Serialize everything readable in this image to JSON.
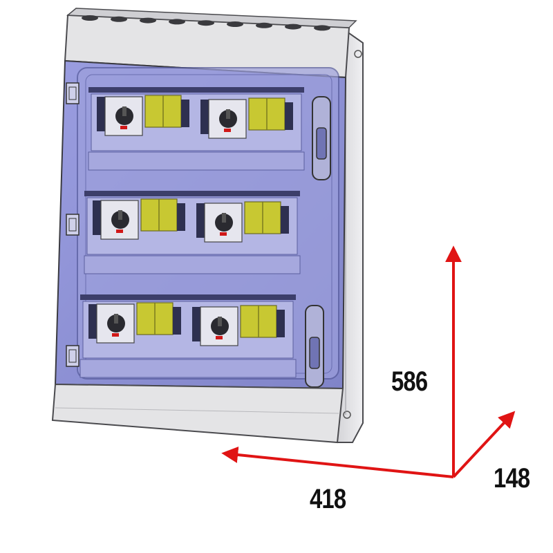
{
  "dimensions": {
    "height": "586",
    "width": "418",
    "depth": "148"
  },
  "colors": {
    "arrow": "#e01414",
    "enclosure_body": "#e6e6e8",
    "enclosure_edge": "#4a4a4e",
    "transparent_door": "#8e92d8",
    "module_yellow": "#c8c832",
    "switch_knob": "#2a2a30",
    "switch_marker": "#d01818"
  },
  "enclosure": {
    "rows": 3,
    "modules_per_row": 2,
    "module_parts": [
      "isolator-switch",
      "fuse-holder-yellow"
    ]
  }
}
